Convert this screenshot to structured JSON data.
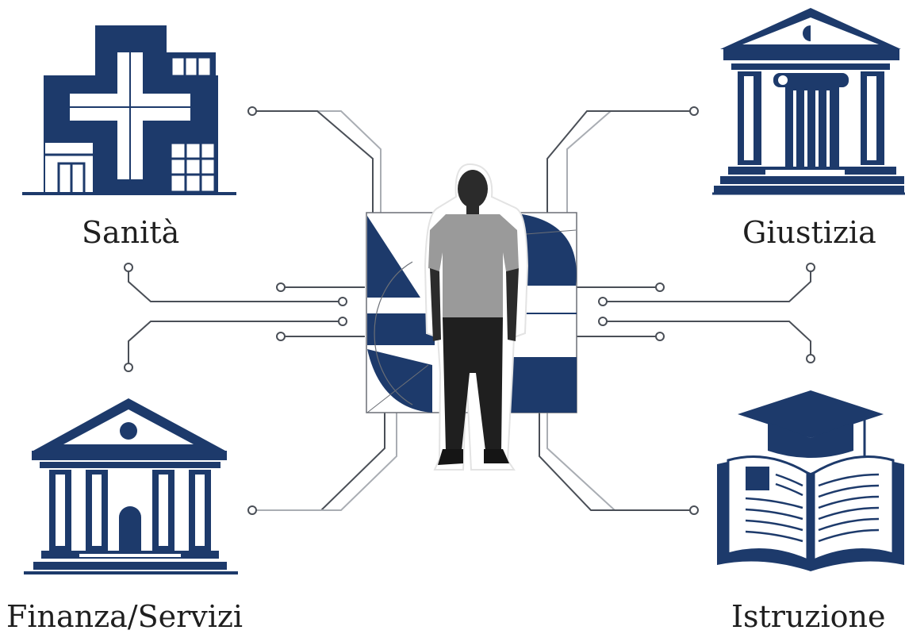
{
  "labels": {
    "health": "Sanità",
    "justice": "Giustizia",
    "finance": "Finanza/Servizi",
    "education": "Istruzione"
  },
  "colors": {
    "navy": "#1d3a6b",
    "line": "#4a4f57",
    "light_line": "#a9adb3",
    "figure": "#2b2b2b"
  },
  "icons": {
    "health": "hospital-icon",
    "justice": "courthouse-icon",
    "finance": "bank-icon",
    "education": "graduation-book-icon",
    "center": "person-figure"
  }
}
